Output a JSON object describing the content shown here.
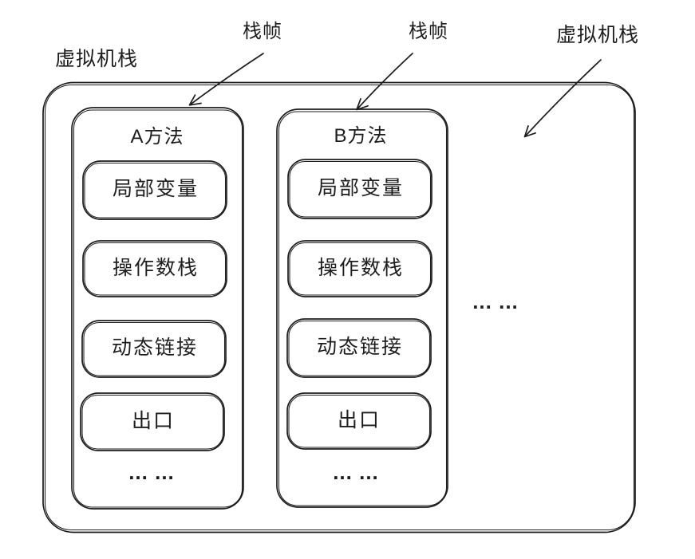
{
  "diagram": {
    "labels": {
      "vm_stack_left": "虚拟机栈",
      "vm_stack_right": "虚拟机栈",
      "stack_frame_1": "栈帧",
      "stack_frame_2": "栈帧"
    },
    "frames": [
      {
        "title": "A方法",
        "slots": [
          "局部变量",
          "操作数栈",
          "动态链接",
          "出口"
        ],
        "ellipsis": "... ..."
      },
      {
        "title": "B方法",
        "slots": [
          "局部变量",
          "操作数栈",
          "动态链接",
          "出口"
        ],
        "ellipsis": "... ..."
      }
    ],
    "more_frames_ellipsis": "... ...",
    "colors": {
      "stroke": "#1d1d1d",
      "background": "#ffffff"
    }
  }
}
